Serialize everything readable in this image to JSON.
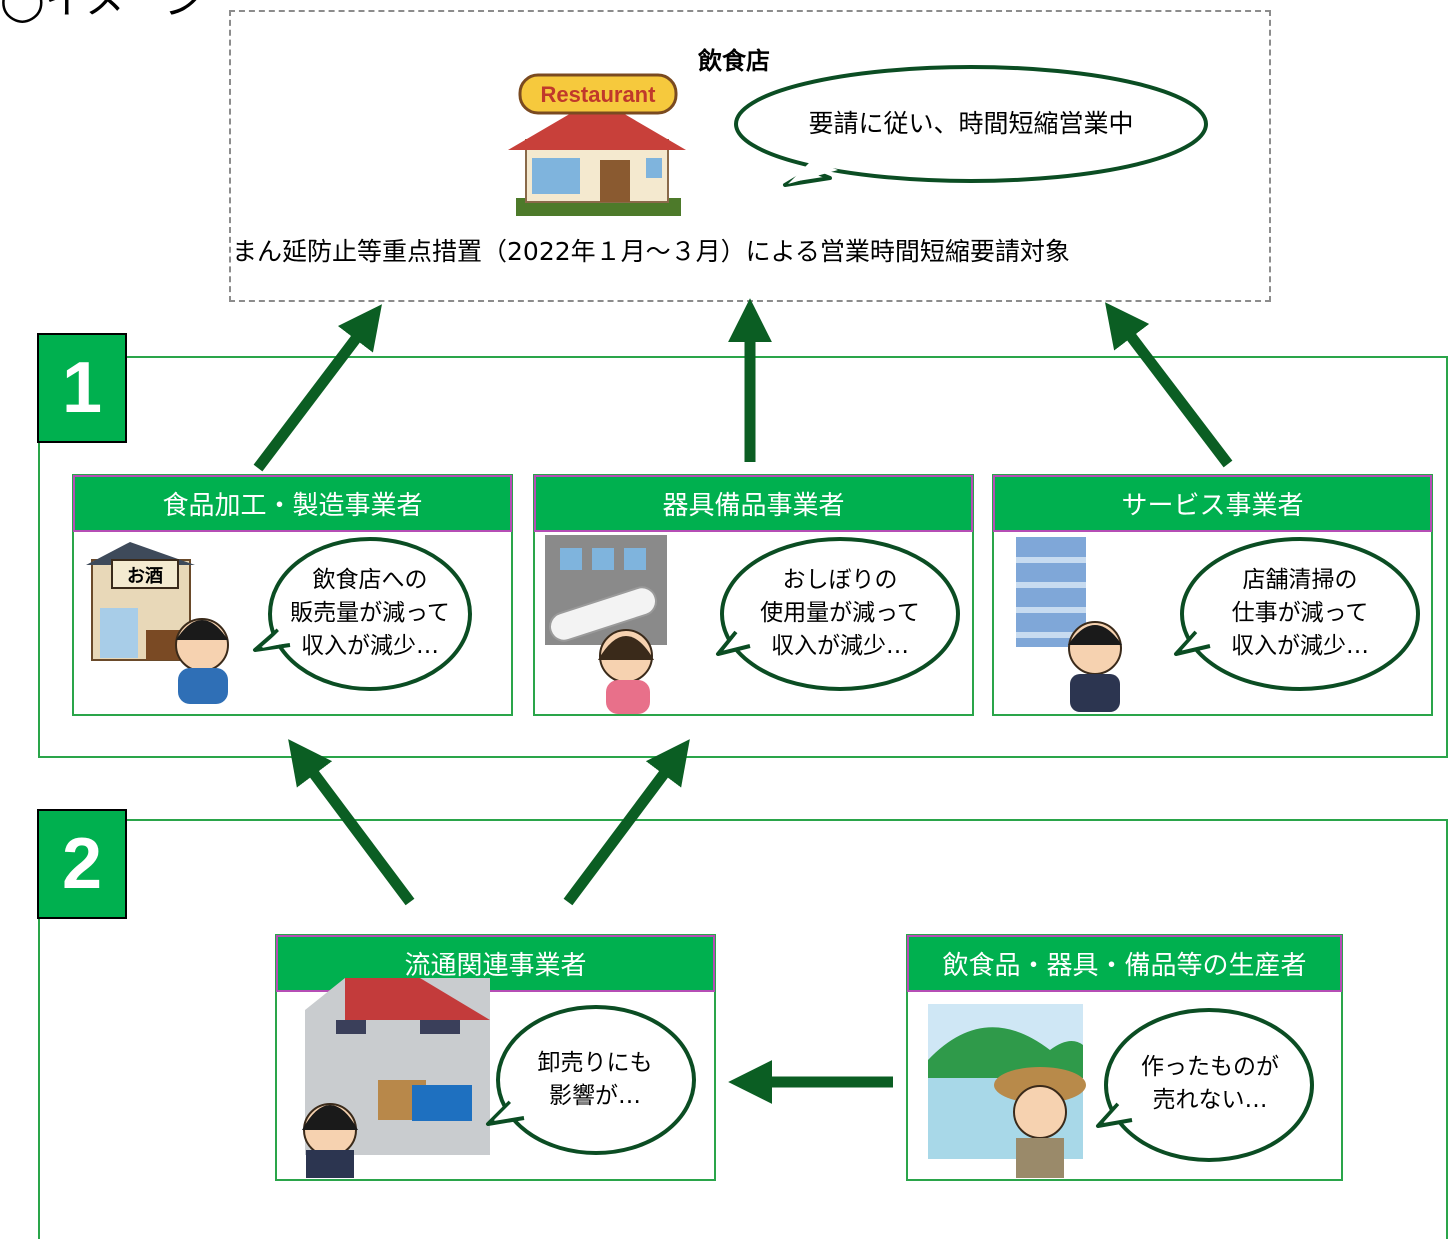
{
  "heading": "◯イメージ",
  "target": {
    "title": "飲食店",
    "sign_text": "Restaurant",
    "speech": "要請に従い、時間短縮営業中",
    "caption": "まん延防止等重点措置（2022年１月～３月）による営業時間短縮要請対象"
  },
  "groups": [
    {
      "number": "1"
    },
    {
      "number": "2"
    }
  ],
  "cards": {
    "food": {
      "title": "食品加工・製造事業者",
      "sign_text": "お酒",
      "speech": [
        "飲食店への",
        "販売量が減って",
        "収入が減少…"
      ]
    },
    "equipment": {
      "title": "器具備品事業者",
      "speech": [
        "おしぼりの",
        "使用量が減って",
        "収入が減少…"
      ]
    },
    "service": {
      "title": "サービス事業者",
      "speech": [
        "店舗清掃の",
        "仕事が減って",
        "収入が減少…"
      ]
    },
    "distribution": {
      "title": "流通関連事業者",
      "speech": [
        "卸売りにも",
        "影響が…"
      ]
    },
    "producer": {
      "title": "飲食品・器具・備品等の生産者",
      "speech": [
        "作ったものが",
        "売れない…"
      ]
    }
  },
  "colors": {
    "green": "#00b04f",
    "arrow": "#0b5e23",
    "frame": "#2aa54a",
    "dashed": "#8c8c8c"
  }
}
